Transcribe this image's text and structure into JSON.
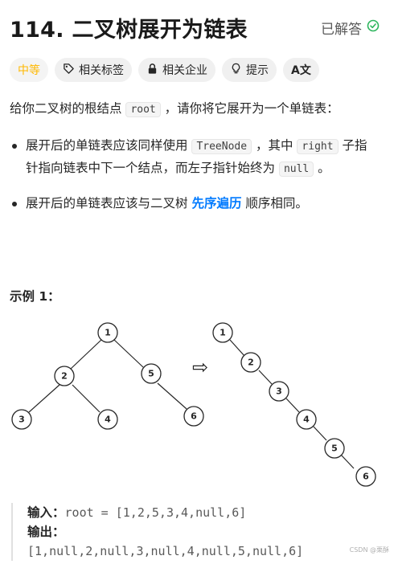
{
  "header": {
    "title": "114. 二叉树展开为链表",
    "solved_label": "已解答"
  },
  "tags": {
    "difficulty": "中等",
    "related_tags": "相关标签",
    "related_companies": "相关企业",
    "hint": "提示",
    "translate": "A文"
  },
  "description": {
    "intro_pre": "给你二叉树的根结点 ",
    "intro_code": "root",
    "intro_post": " ，请你将它展开为一个单链表：",
    "bullet1_a": "展开后的单链表应该同样使用 ",
    "bullet1_code1": "TreeNode",
    "bullet1_b": " ，其中 ",
    "bullet1_code2": "right",
    "bullet1_c": " 子指针指向链表中下一个结点，而左子指针始终为 ",
    "bullet1_code3": "null",
    "bullet1_d": " 。",
    "bullet2_a": "展开后的单链表应该与二叉树 ",
    "bullet2_link": "先序遍历",
    "bullet2_b": " 顺序相同。"
  },
  "example": {
    "title": "示例 1：",
    "input_label": "输入：",
    "input_value": "root = [1,2,5,3,4,null,6]",
    "output_label": "输出：",
    "output_value": "[1,null,2,null,3,null,4,null,5,null,6]"
  },
  "diagram": {
    "tree_nodes": [
      "1",
      "2",
      "5",
      "3",
      "4",
      "6"
    ],
    "list_nodes": [
      "1",
      "2",
      "3",
      "4",
      "5",
      "6"
    ],
    "arrow": "⇨"
  },
  "watermark": "CSDN @栗酥"
}
